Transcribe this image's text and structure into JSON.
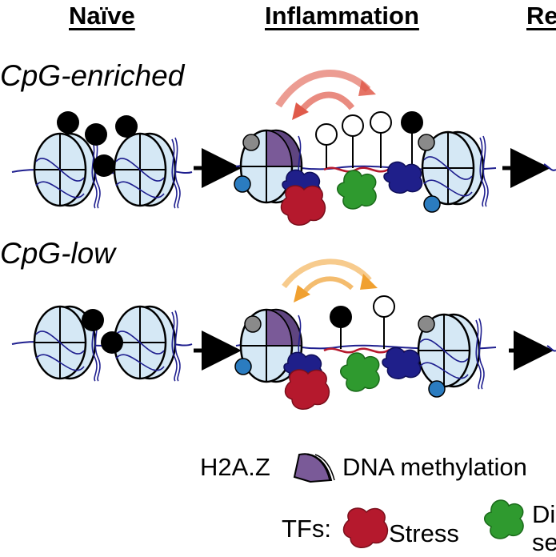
{
  "headers": {
    "naive": "Naïve",
    "inflammation": "Inflammation",
    "third": "Re"
  },
  "rows": {
    "top": "CpG-enriched",
    "bottom": "CpG-low"
  },
  "legend": {
    "h2az": "H2A.Z",
    "dna_methylation": "DNA methylation",
    "tfs": "TFs:",
    "stress": "Stress",
    "di_partial_1": "Di",
    "di_partial_2": "se"
  },
  "colors": {
    "nucleosome_fill": "#d5e8f5",
    "dna": "#1f1f8f",
    "h2az": "#7a5a98",
    "stress_tf": "#b5192d",
    "green_tf": "#2f9a2f",
    "blue_tf": "#1f1f8a",
    "blue_dot": "#2b7cc0",
    "grey_dot": "#8a8a8a",
    "red_arrow": "#e05a4a",
    "orange_arrow": "#f0a030"
  }
}
